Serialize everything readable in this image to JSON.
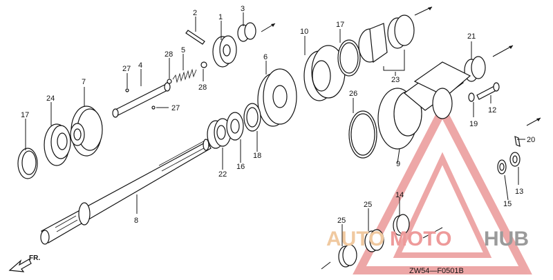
{
  "diagram": {
    "callouts": [
      "1",
      "2",
      "3",
      "4",
      "5",
      "6",
      "7",
      "8",
      "9",
      "10",
      "12",
      "13",
      "14",
      "15",
      "16",
      "17",
      "17",
      "18",
      "19",
      "20",
      "21",
      "22",
      "23",
      "24",
      "25",
      "25",
      "26",
      "27",
      "27",
      "28",
      "28"
    ],
    "direction_label": "FR.",
    "drawing_code": "ZW54—F0501B"
  },
  "watermark": {
    "auto": "AUTO",
    "moto": "MOTO",
    "hub": "HUB",
    "colors": {
      "auto": "#f0c9a0",
      "moto": "#ee9a9a",
      "hub": "#9a9a9a",
      "triangle": "#e06060"
    }
  }
}
